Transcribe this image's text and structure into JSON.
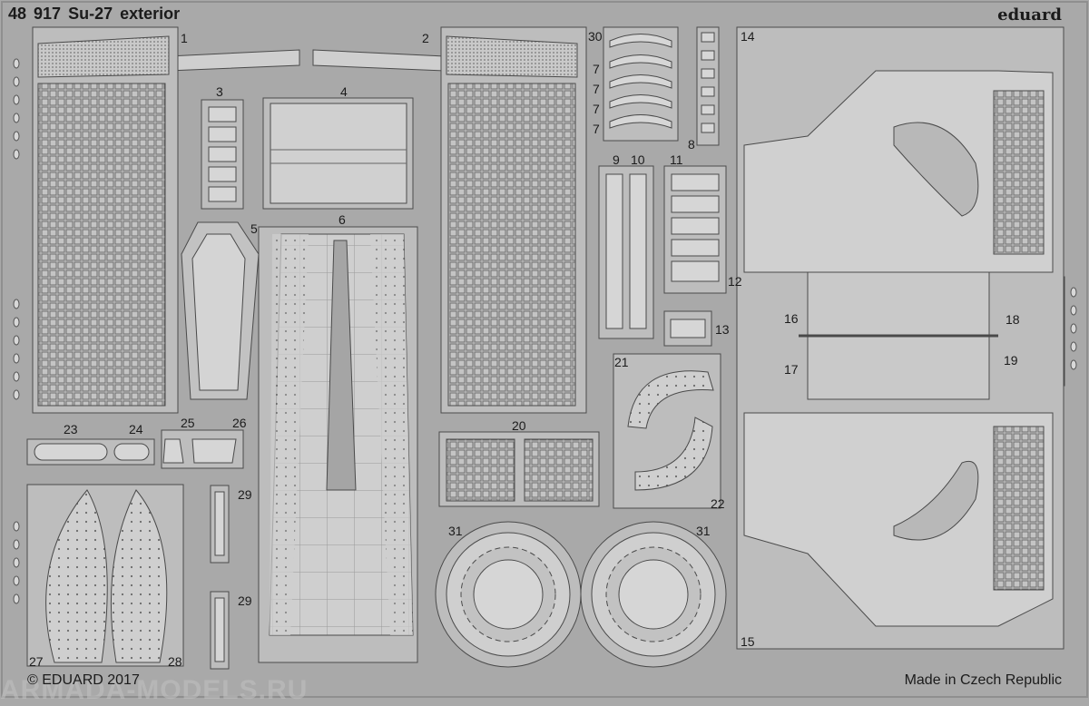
{
  "sheet": {
    "code": "48 917",
    "name": "Su-27 exterior",
    "brand": "eduard",
    "copyright": "© EDUARD 2017",
    "made_in": "Made in Czech Republic",
    "watermark": "ARMADA-MODELS.RU"
  },
  "part_labels": {
    "p1": "1",
    "p2": "2",
    "p3": "3",
    "p4": "4",
    "p5": "5",
    "p6": "6",
    "p7a": "7",
    "p7b": "7",
    "p7c": "7",
    "p7d": "7",
    "p8": "8",
    "p9": "9",
    "p10": "10",
    "p11": "11",
    "p12": "12",
    "p13": "13",
    "p14": "14",
    "p15": "15",
    "p16": "16",
    "p17": "17",
    "p18": "18",
    "p19": "19",
    "p20": "20",
    "p21": "21",
    "p22": "22",
    "p23": "23",
    "p24": "24",
    "p25": "25",
    "p26": "26",
    "p27": "27",
    "p28": "28",
    "p29a": "29",
    "p29b": "29",
    "p30": "30",
    "p31a": "31",
    "p31b": "31"
  },
  "colors": {
    "fret": "#a9a9a9",
    "part": "#c9c9c9",
    "part_light": "#d6d6d6",
    "outline": "#4a4a4a",
    "dark": "#5a5a5a",
    "text": "#1b1b1b"
  }
}
